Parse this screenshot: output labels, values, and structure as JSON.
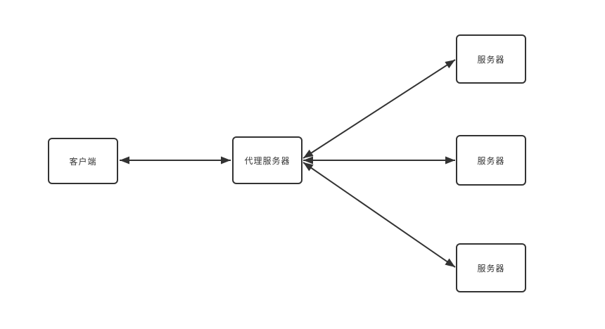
{
  "diagram": {
    "background_color": "#ffffff",
    "stroke_color": "#333333",
    "node_fill_color": "#ffffff",
    "nodes": [
      {
        "id": "client",
        "label": "客户端"
      },
      {
        "id": "proxy",
        "label": "代理服务器"
      },
      {
        "id": "server-top",
        "label": "服务器"
      },
      {
        "id": "server-middle",
        "label": "服务器"
      },
      {
        "id": "server-bottom",
        "label": "服务器"
      }
    ],
    "edges": [
      {
        "from": "client",
        "to": "proxy",
        "direction": "bidirectional"
      },
      {
        "from": "proxy",
        "to": "server-top",
        "direction": "bidirectional"
      },
      {
        "from": "proxy",
        "to": "server-middle",
        "direction": "bidirectional"
      },
      {
        "from": "proxy",
        "to": "server-bottom",
        "direction": "bidirectional"
      }
    ]
  }
}
